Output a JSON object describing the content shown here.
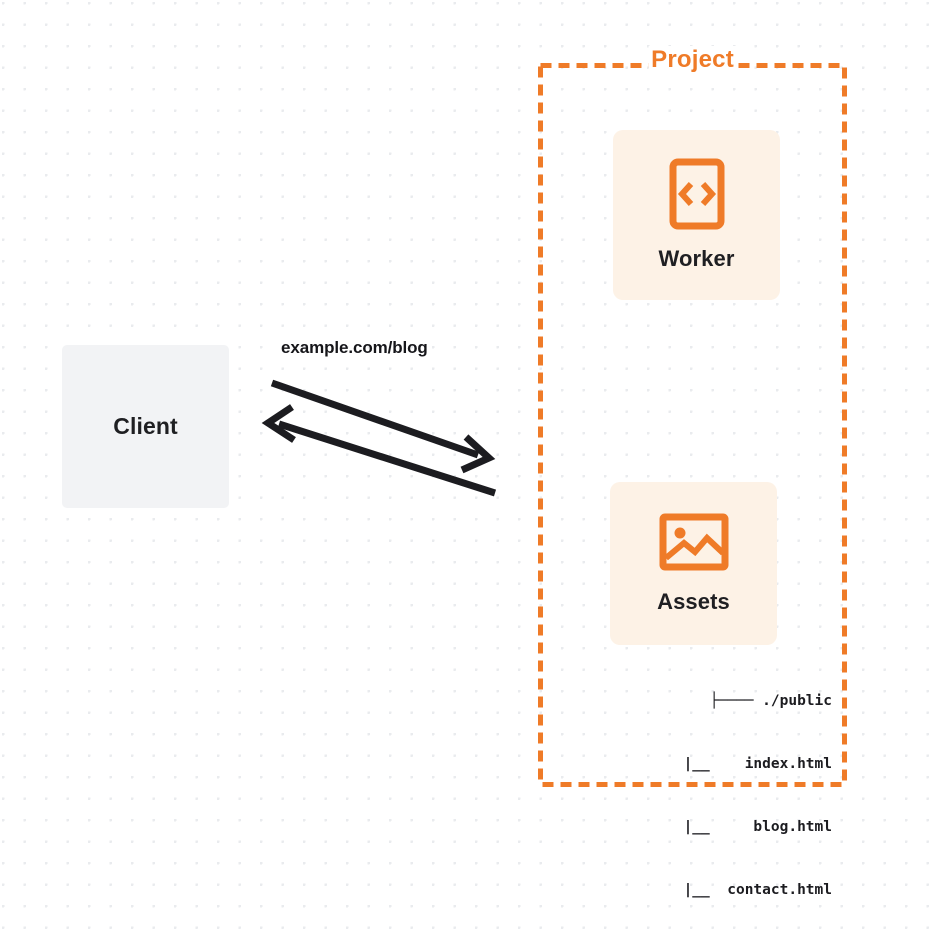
{
  "diagram": {
    "type": "architecture-flow",
    "background": {
      "style": "dot-grid",
      "dot_color": "#e9ebee",
      "page_color": "#ffffff"
    },
    "colors": {
      "accent": "#ef7b28",
      "card_fill": "#fdf2e6",
      "client_fill": "#f2f3f5",
      "text_dark": "#1f1f22",
      "arrow": "#1c1c20"
    },
    "client": {
      "label": "Client"
    },
    "edge": {
      "label": "example.com/blog",
      "request_direction": "client-to-project",
      "response_direction": "project-to-client"
    },
    "group": {
      "title": "Project",
      "border_style": "dashed",
      "border_color": "#ef7b28"
    },
    "nodes": [
      {
        "id": "worker",
        "label": "Worker",
        "icon": "code-brackets-icon"
      },
      {
        "id": "assets",
        "label": "Assets",
        "icon": "image-icon"
      }
    ],
    "file_tree": {
      "lines": [
        "├──── ./public",
        "   |__    index.html",
        "   |__     blog.html",
        "   |__  contact.html"
      ],
      "root": "./public",
      "files": [
        "index.html",
        "blog.html",
        "contact.html"
      ]
    }
  }
}
